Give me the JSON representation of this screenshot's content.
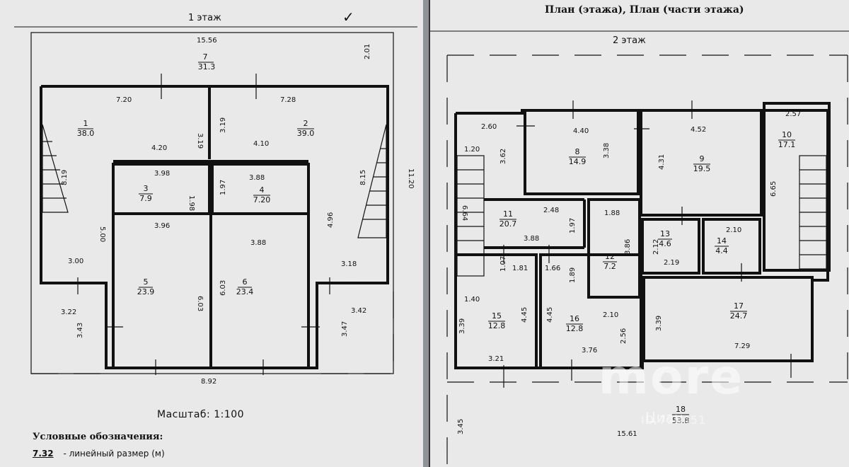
{
  "left_sheet": {
    "floor_title": "1 этаж",
    "check_mark": "✓",
    "overall_width": "15.56",
    "right_side": "2.01",
    "right_depth": "11.20",
    "bottom_width": "8.92",
    "rooms": [
      {
        "num": "7",
        "area": "31.3"
      },
      {
        "num": "1",
        "area": "38.0"
      },
      {
        "num": "2",
        "area": "39.0"
      },
      {
        "num": "3",
        "area": "7.9"
      },
      {
        "num": "4",
        "area": "7.20"
      },
      {
        "num": "5",
        "area": "23.9"
      },
      {
        "num": "6",
        "area": "23.4"
      }
    ],
    "dims": [
      "7.20",
      "7.28",
      "3.19",
      "3.19",
      "4.20",
      "4.10",
      "3.98",
      "3.88",
      "1.98",
      "1.97",
      "3.96",
      "3.88",
      "8.19",
      "8.15",
      "5.00",
      "4.96",
      "3.00",
      "3.18",
      "6.03",
      "6.03",
      "3.22",
      "3.42",
      "3.43",
      "3.47"
    ],
    "scale_label": "Масштаб: 1:100",
    "legend_title": "Условные обозначения:",
    "legend_sample": "7.32",
    "legend_text": "- линейный размер (м)"
  },
  "right_sheet": {
    "plan_title": "План (этажа), План (части этажа)",
    "floor_title": "2 этаж",
    "overall_width": "15.61",
    "left_side": "3.45",
    "rooms": [
      {
        "num": "8",
        "area": "14.9"
      },
      {
        "num": "9",
        "area": "19.5"
      },
      {
        "num": "10",
        "area": "17.1"
      },
      {
        "num": "11",
        "area": "20.7"
      },
      {
        "num": "12",
        "area": "7.2"
      },
      {
        "num": "13",
        "area": "4.6"
      },
      {
        "num": "14",
        "area": "4.4"
      },
      {
        "num": "15",
        "area": "12.8"
      },
      {
        "num": "16",
        "area": "12.8"
      },
      {
        "num": "17",
        "area": "24.7"
      },
      {
        "num": "18",
        "area": "53.8"
      }
    ],
    "dims": [
      "2.60",
      "4.40",
      "4.52",
      "2.57",
      "1.20",
      "3.62",
      "3.38",
      "4.31",
      "6.64",
      "6.65",
      "2.48",
      "1.97",
      "3.88",
      "1.88",
      "3.86",
      "2.10",
      "2.12",
      "2.19",
      "1.07",
      "1.81",
      "1.66",
      "1.89",
      "1.40",
      "4.45",
      "4.45",
      "2.10",
      "2.56",
      "3.39",
      "3.39",
      "3.21",
      "3.76",
      "7.29"
    ]
  },
  "watermark": {
    "brand": "more",
    "sub": "Циан",
    "id": "ID 795451"
  }
}
